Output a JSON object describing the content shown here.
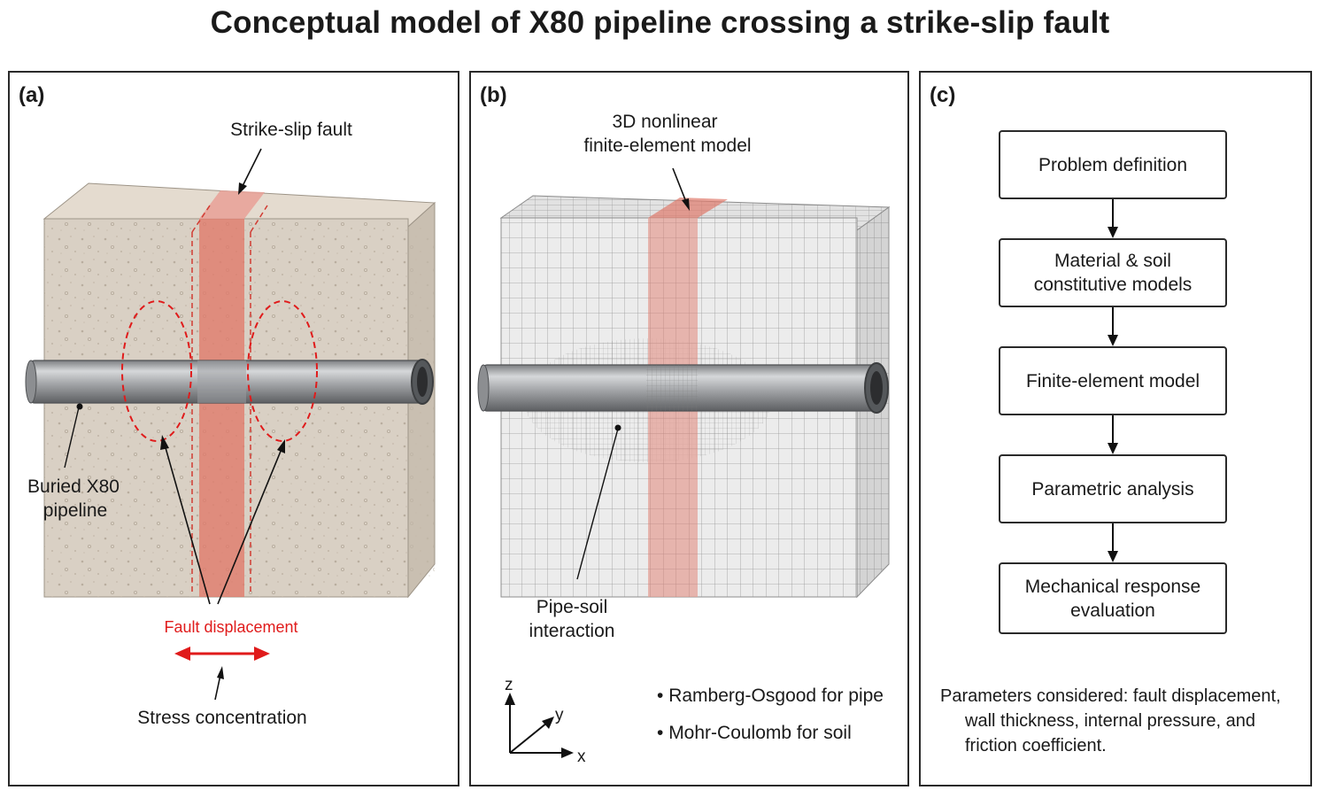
{
  "title": "Conceptual model of X80 pipeline crossing a strike-slip fault",
  "panels": {
    "a": {
      "label": "(a)",
      "fault_label": "Strike-slip fault",
      "pipe_label_1": "Buried X80",
      "pipe_label_2": "pipeline",
      "displacement_label": "Fault displacement",
      "stress_label": "Stress concentration"
    },
    "b": {
      "label": "(b)",
      "model_label_1": "3D nonlinear",
      "model_label_2": "finite-element model",
      "interaction_label_1": "Pipe-soil",
      "interaction_label_2": "interaction",
      "axes": {
        "z": "z",
        "y": "y",
        "x": "x"
      },
      "bullets": [
        "Ramberg-Osgood for pipe",
        "Mohr-Coulomb for soil"
      ]
    },
    "c": {
      "label": "(c)",
      "steps": [
        {
          "line1": "Problem definition",
          "line2": ""
        },
        {
          "line1": "Material & soil",
          "line2": "constitutive models"
        },
        {
          "line1": "Finite-element model",
          "line2": ""
        },
        {
          "line1": "Parametric analysis",
          "line2": ""
        },
        {
          "line1": "Mechanical response",
          "line2": "evaluation"
        }
      ],
      "params_line1": "Parameters considered: fault displacement,",
      "params_line2": "wall thickness, internal pressure, and",
      "params_line3": "friction coefficient."
    }
  },
  "colors": {
    "soil": "#d9d0c4",
    "fault_zone": "#e07a6c",
    "pipe": "#a7a9ac",
    "mesh": "#c8c8c8",
    "highlight_red": "#e01b1b"
  }
}
